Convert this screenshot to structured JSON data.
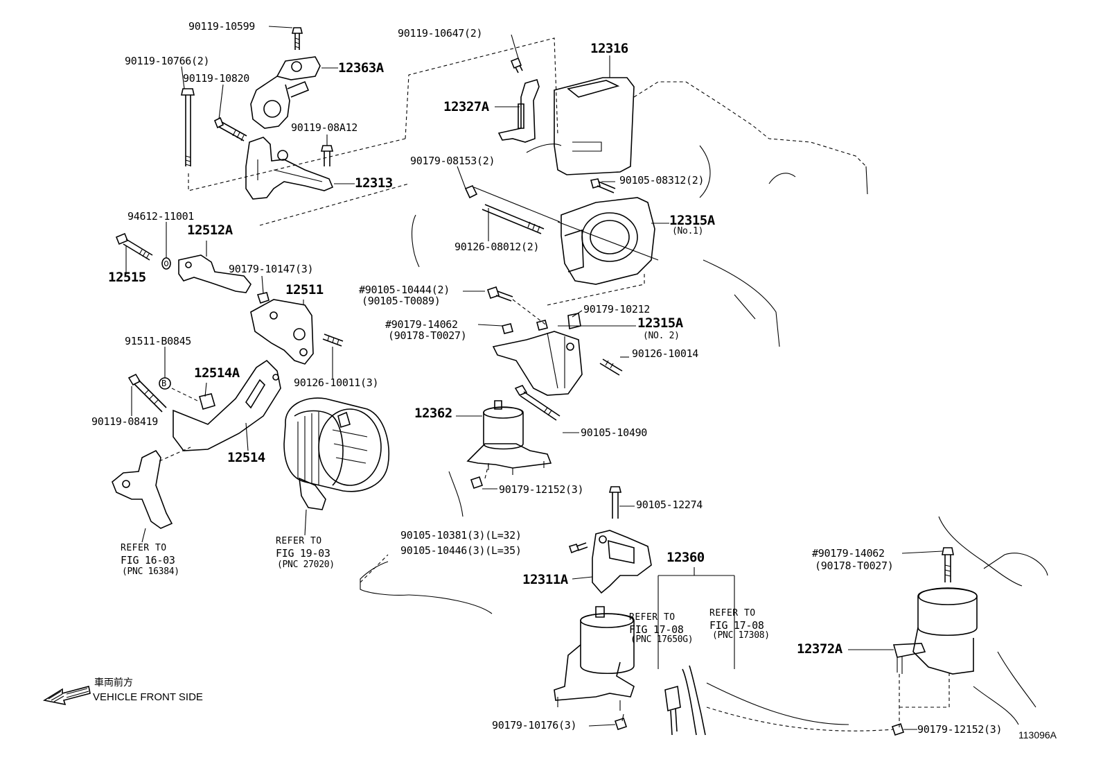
{
  "labels": {
    "l_90119_10599": "90119-10599",
    "l_90119_10766": "90119-10766(2)",
    "l_90119_10820": "90119-10820",
    "l_12363A": "12363A",
    "l_90119_08A12": "90119-08A12",
    "l_12313": "12313",
    "l_94612_11001": "94612-11001",
    "l_12512A": "12512A",
    "l_12515": "12515",
    "l_90179_10147": "90179-10147(3)",
    "l_12511": "12511",
    "l_91511_B0845": "91511-B0845",
    "l_B_circle": "B",
    "l_12514A": "12514A",
    "l_90119_08419": "90119-08419",
    "l_90126_10011": "90126-10011(3)",
    "l_12514": "12514",
    "l_refer_left_1": "REFER TO",
    "l_refer_left_2": "FIG 16-03",
    "l_refer_left_3": "(PNC 16384)",
    "l_refer_mid_1": "REFER TO",
    "l_refer_mid_2": "FIG 19-03",
    "l_refer_mid_3": "(PNC 27020)",
    "l_90119_10647": "90119-10647(2)",
    "l_12316": "12316",
    "l_12327A": "12327A",
    "l_90179_08153": "90179-08153(2)",
    "l_90105_08312": "90105-08312(2)",
    "l_12315A_1": "12315A",
    "l_12315A_1_sub": "(No.1)",
    "l_90126_08012": "90126-08012(2)",
    "l_90105_10444": "#90105-10444(2)",
    "l_90105_T0089": "(90105-T0089)",
    "l_90179_10212": "90179-10212",
    "l_12315A_2": "12315A",
    "l_12315A_2_sub": "(NO. 2)",
    "l_90179_14062_a": "#90179-14062",
    "l_90178_T0027_a": "(90178-T0027)",
    "l_90126_10014": "90126-10014",
    "l_12362": "12362",
    "l_90105_10490": "90105-10490",
    "l_90179_12152_a": "90179-12152(3)",
    "l_90105_12274": "90105-12274",
    "l_90105_10381": "90105-10381(3)(L=32)",
    "l_90105_10446": "90105-10446(3)(L=35)",
    "l_12360": "12360",
    "l_12311A": "12311A",
    "l_refer_r1_1": "REFER TO",
    "l_refer_r1_2": "FIG 17-08",
    "l_refer_r1_3": "(PNC 17650G)",
    "l_refer_r2_1": "REFER TO",
    "l_refer_r2_2": "FIG 17-08",
    "l_refer_r2_3": "(PNC 17308)",
    "l_90179_14062_b": "#90179-14062",
    "l_90178_T0027_b": "(90178-T0027)",
    "l_12372A": "12372A",
    "l_90179_10176": "90179-10176(3)",
    "l_90179_12152_b": "90179-12152(3)",
    "l_front_jp": "車両前方",
    "l_front_en": "VEHICLE FRONT SIDE",
    "l_fig_no": "113096A"
  }
}
